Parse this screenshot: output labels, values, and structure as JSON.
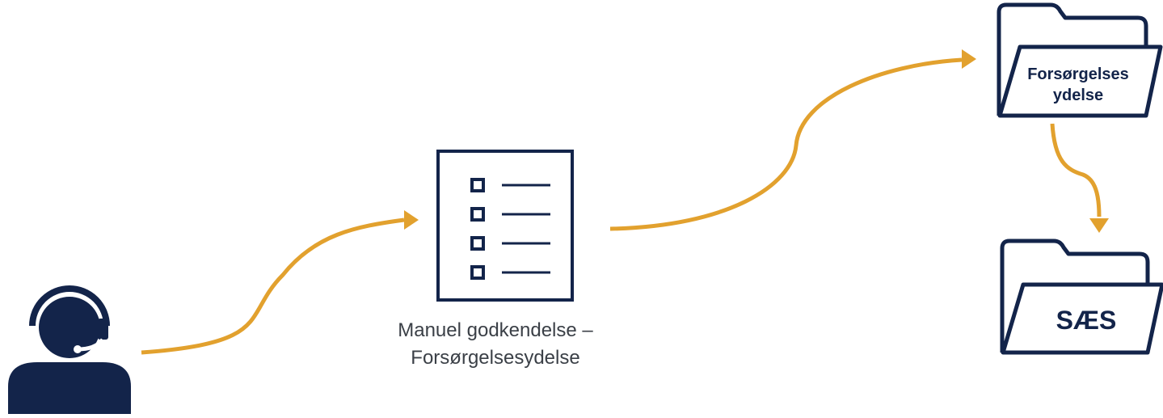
{
  "colors": {
    "navy": "#13244a",
    "arrow": "#e2a12e",
    "text": "#3b4047"
  },
  "icons": {
    "agent": "headset-agent-icon",
    "form": "checklist-document-icon",
    "folder_top": "folder-icon",
    "folder_bottom": "folder-icon"
  },
  "form_caption": {
    "line1": "Manuel godkendelse –",
    "line2": "Forsørgelsesydelse"
  },
  "folder_top": {
    "label_line1": "Forsørgelses",
    "label_line2": "ydelse"
  },
  "folder_bottom": {
    "label": "SÆS"
  }
}
